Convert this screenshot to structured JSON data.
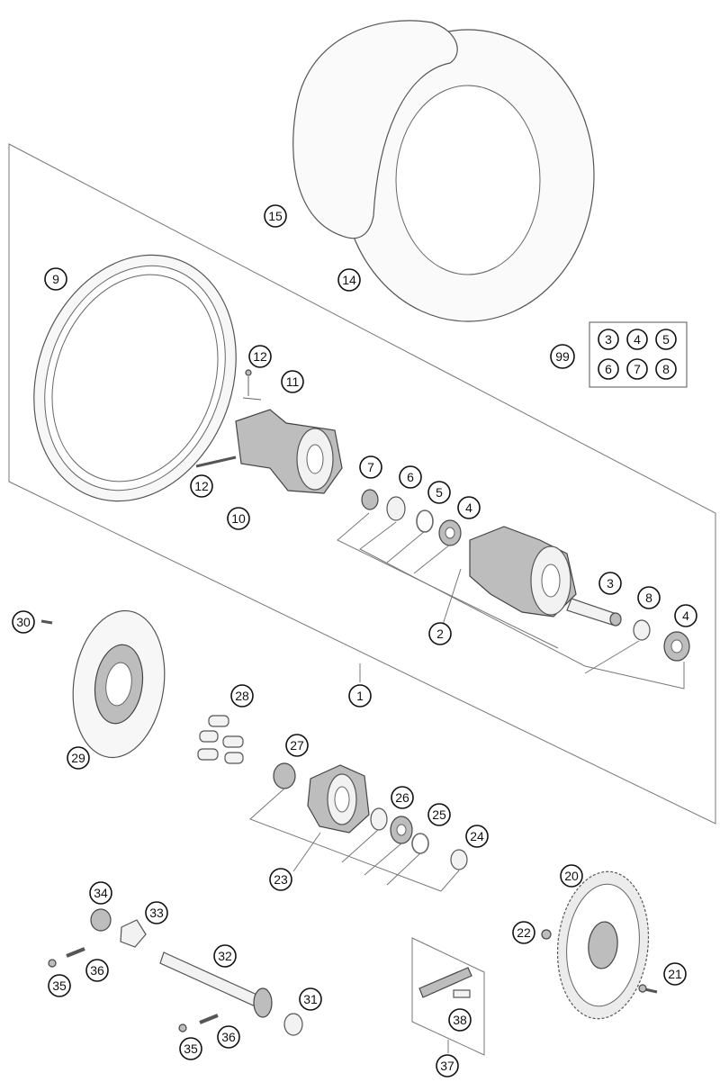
{
  "callouts": [
    {
      "id": "c15",
      "label": "15"
    },
    {
      "id": "c14",
      "label": "14"
    },
    {
      "id": "c9",
      "label": "9"
    },
    {
      "id": "c99",
      "label": "99"
    },
    {
      "id": "k3",
      "label": "3"
    },
    {
      "id": "k4",
      "label": "4"
    },
    {
      "id": "k5",
      "label": "5"
    },
    {
      "id": "k6",
      "label": "6"
    },
    {
      "id": "k7",
      "label": "7"
    },
    {
      "id": "k8",
      "label": "8"
    },
    {
      "id": "c12a",
      "label": "12"
    },
    {
      "id": "c11",
      "label": "11"
    },
    {
      "id": "c12b",
      "label": "12"
    },
    {
      "id": "c10",
      "label": "10"
    },
    {
      "id": "c7",
      "label": "7"
    },
    {
      "id": "c6",
      "label": "6"
    },
    {
      "id": "c5",
      "label": "5"
    },
    {
      "id": "c4a",
      "label": "4"
    },
    {
      "id": "c3",
      "label": "3"
    },
    {
      "id": "c8",
      "label": "8"
    },
    {
      "id": "c4b",
      "label": "4"
    },
    {
      "id": "c2",
      "label": "2"
    },
    {
      "id": "c1",
      "label": "1"
    },
    {
      "id": "c30",
      "label": "30"
    },
    {
      "id": "c28",
      "label": "28"
    },
    {
      "id": "c29",
      "label": "29"
    },
    {
      "id": "c27",
      "label": "27"
    },
    {
      "id": "c26",
      "label": "26"
    },
    {
      "id": "c25",
      "label": "25"
    },
    {
      "id": "c24",
      "label": "24"
    },
    {
      "id": "c23",
      "label": "23"
    },
    {
      "id": "c20",
      "label": "20"
    },
    {
      "id": "c34",
      "label": "34"
    },
    {
      "id": "c33",
      "label": "33"
    },
    {
      "id": "c32",
      "label": "32"
    },
    {
      "id": "c22",
      "label": "22"
    },
    {
      "id": "c35a",
      "label": "35"
    },
    {
      "id": "c36a",
      "label": "36"
    },
    {
      "id": "c21",
      "label": "21"
    },
    {
      "id": "c31",
      "label": "31"
    },
    {
      "id": "c38",
      "label": "38"
    },
    {
      "id": "c35b",
      "label": "35"
    },
    {
      "id": "c36b",
      "label": "36"
    },
    {
      "id": "c37",
      "label": "37"
    }
  ]
}
